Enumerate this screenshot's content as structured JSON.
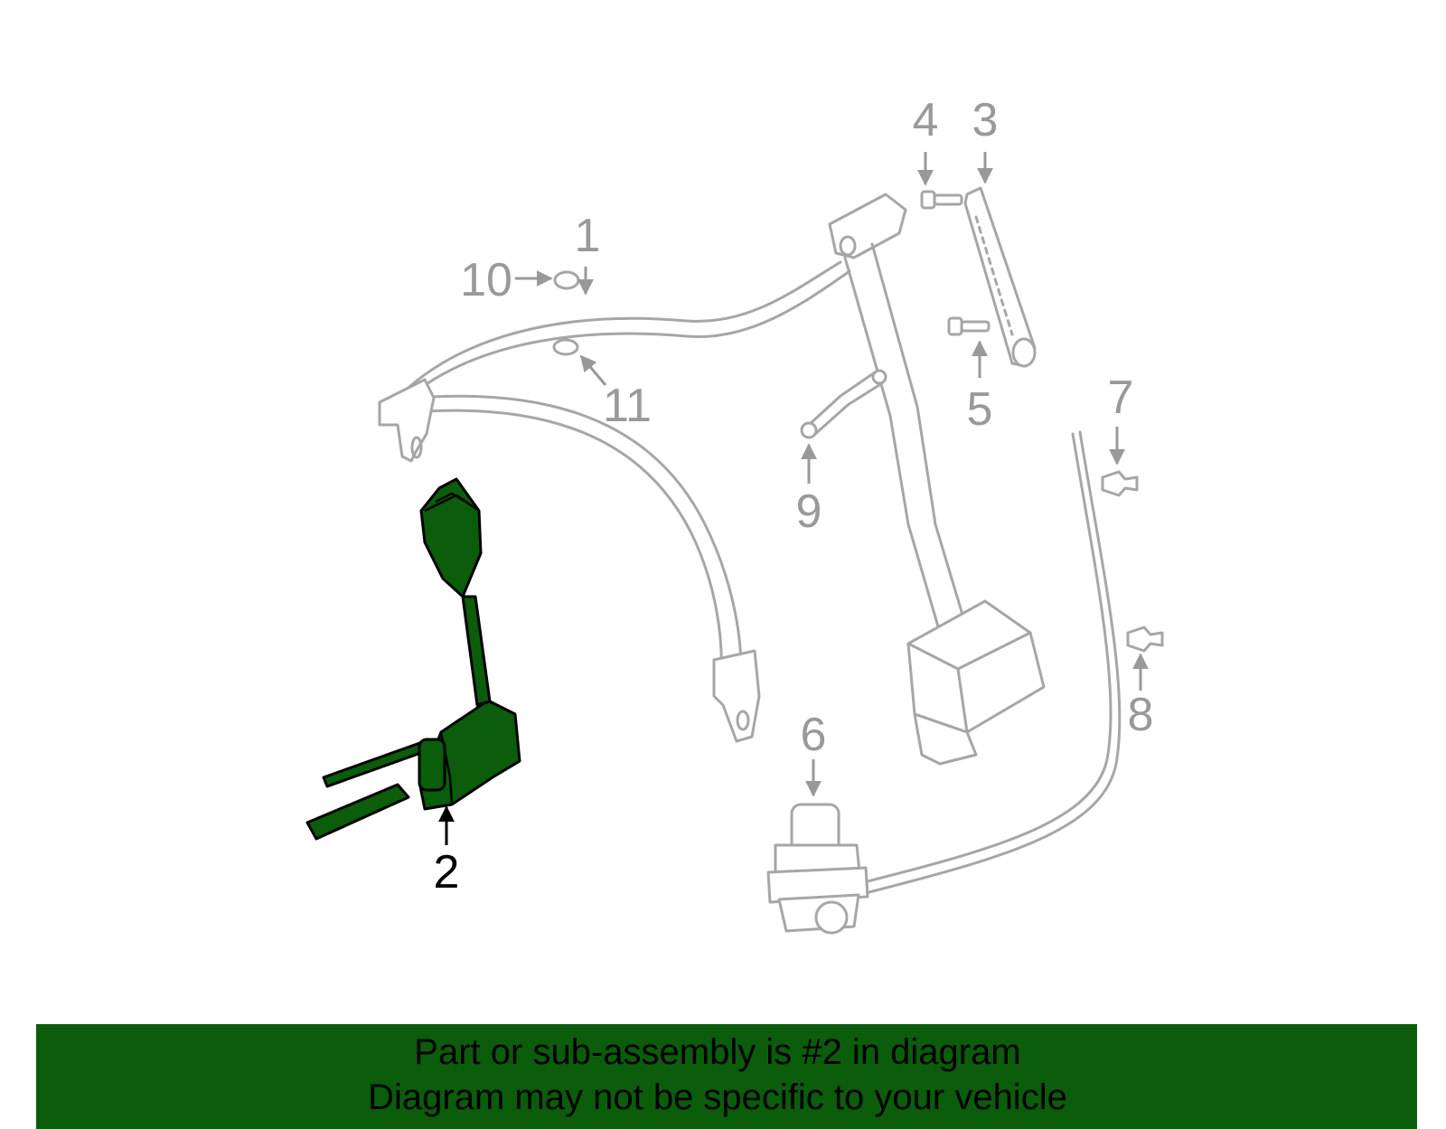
{
  "callouts": {
    "c1": "1",
    "c2": "2",
    "c3": "3",
    "c4": "4",
    "c5": "5",
    "c6": "6",
    "c7": "7",
    "c8": "8",
    "c9": "9",
    "c10": "10",
    "c11": "11"
  },
  "highlighted_part": "2",
  "colors": {
    "highlight": "#0b5c0b",
    "outline": "#a6a6a6",
    "callout": "#999999"
  },
  "banner": {
    "line1": "Part or sub-assembly is #2 in diagram",
    "line2": "Diagram may not be specific to your vehicle"
  }
}
